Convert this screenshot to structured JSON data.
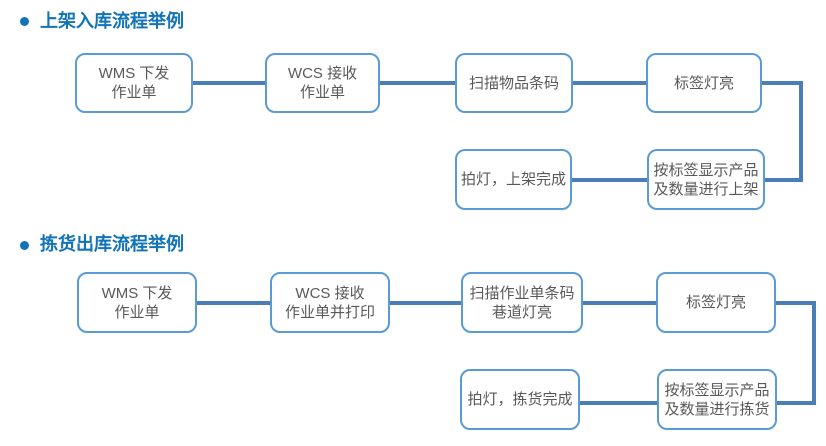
{
  "colors": {
    "page_bg": "#ffffff",
    "title_text": "#1274b8",
    "box_border": "#5b9bd5",
    "box_fill": "#ffffff",
    "box_text": "#595959",
    "connector": "#4a7eb8"
  },
  "sections": [
    {
      "title": "上架入库流程举例",
      "boxes": [
        {
          "id": "wms-dispatch",
          "label": "WMS 下发\n作业单"
        },
        {
          "id": "wcs-receive",
          "label": "WCS 接收\n作业单"
        },
        {
          "id": "scan-item-barcode",
          "label": "扫描物品条码"
        },
        {
          "id": "tag-light-on",
          "label": "标签灯亮"
        },
        {
          "id": "shelve-by-tag",
          "label": "按标签显示产品\n及数量进行上架"
        },
        {
          "id": "press-light-shelved",
          "label": "拍灯，上架完成"
        }
      ]
    },
    {
      "title": "拣货出库流程举例",
      "boxes": [
        {
          "id": "wms-dispatch",
          "label": "WMS 下发\n作业单"
        },
        {
          "id": "wcs-receive-print",
          "label": "WCS 接收\n作业单并打印"
        },
        {
          "id": "scan-order-barcode-aisle-light",
          "label": "扫描作业单条码\n巷道灯亮"
        },
        {
          "id": "tag-light-on",
          "label": "标签灯亮"
        },
        {
          "id": "pick-by-tag",
          "label": "按标签显示产品\n及数量进行拣货"
        },
        {
          "id": "press-light-picked",
          "label": "拍灯，拣货完成"
        }
      ]
    }
  ]
}
